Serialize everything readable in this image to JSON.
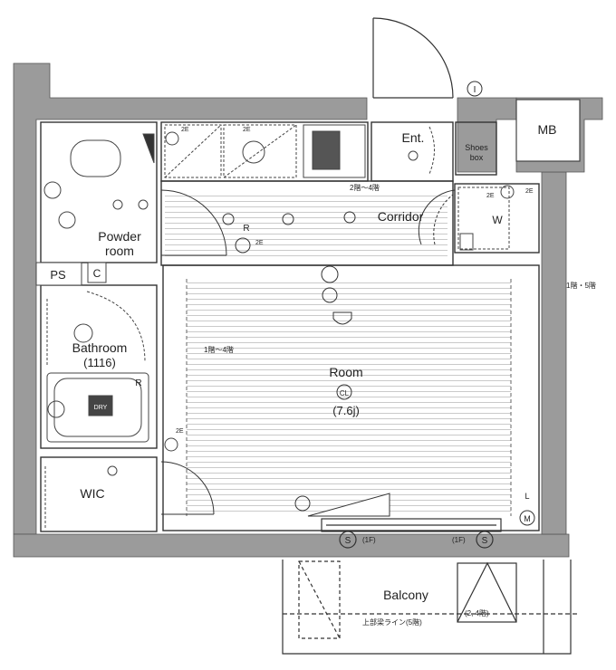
{
  "labels": {
    "room": "Room",
    "room_cl": "CL",
    "room_size": "(7.6j)",
    "corridor": "Corridor",
    "powder_room_1": "Powder",
    "powder_room_2": "room",
    "bathroom": "Bathroom",
    "bathroom_size": "(1116)",
    "wic": "WIC",
    "entrance": "Ent.",
    "shoes_box_1": "Shoes",
    "shoes_box_2": "box",
    "mb": "MB",
    "ps": "PS",
    "c": "C",
    "w": "W",
    "balcony": "Balcony",
    "dry": "DRY",
    "r1": "R",
    "r2": "R",
    "l": "L",
    "m": "M",
    "s_left": "S",
    "s_right": "S",
    "i": "I"
  },
  "notes": {
    "floors_2_4": "2階～4階",
    "floors_1_5": "1階・5階",
    "floors_1_4": "1階～4階",
    "sash_left": "(1F)",
    "sash_right": "(1F)",
    "balcony_stair": "(2, 4階)",
    "upper_line": "上部梁ライン(5階)",
    "two_e_1": "2E",
    "two_e_2": "2E",
    "two_e_3": "2E",
    "two_e_4": "2E",
    "two_e_5": "2E",
    "two_e_6": "2E"
  }
}
